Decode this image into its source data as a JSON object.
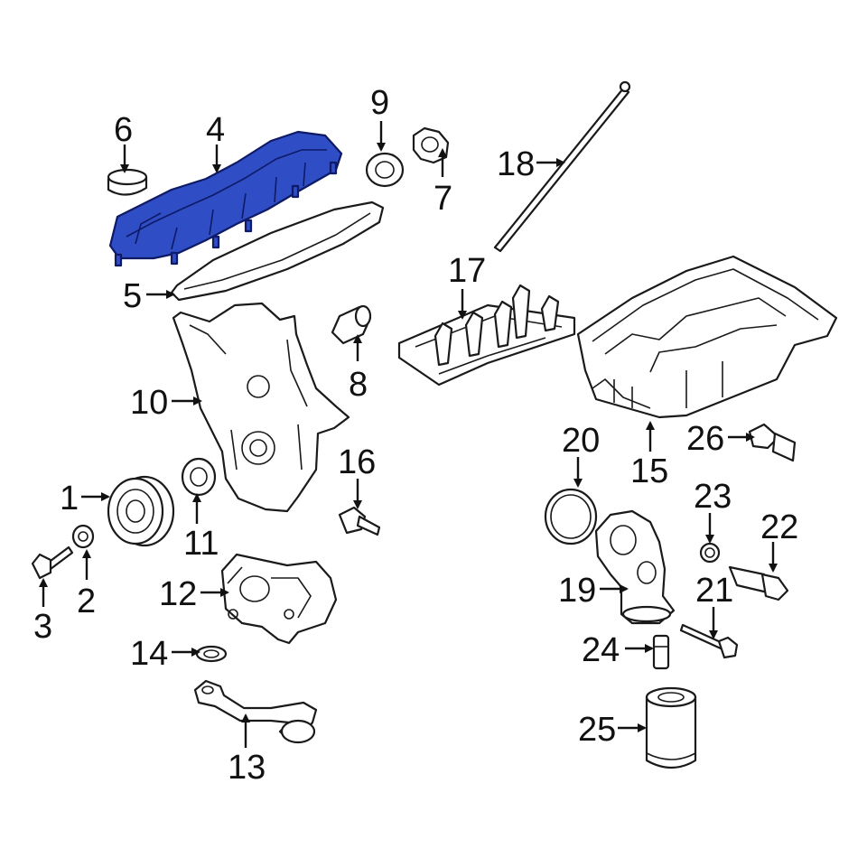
{
  "highlight_color": "#2f4dc4",
  "parts": [
    {
      "id": "1",
      "label": "1"
    },
    {
      "id": "2",
      "label": "2"
    },
    {
      "id": "3",
      "label": "3"
    },
    {
      "id": "4",
      "label": "4",
      "highlighted": true
    },
    {
      "id": "5",
      "label": "5"
    },
    {
      "id": "6",
      "label": "6"
    },
    {
      "id": "7",
      "label": "7"
    },
    {
      "id": "8",
      "label": "8"
    },
    {
      "id": "9",
      "label": "9"
    },
    {
      "id": "10",
      "label": "10"
    },
    {
      "id": "11",
      "label": "11"
    },
    {
      "id": "12",
      "label": "12"
    },
    {
      "id": "13",
      "label": "13"
    },
    {
      "id": "14",
      "label": "14"
    },
    {
      "id": "15",
      "label": "15"
    },
    {
      "id": "16",
      "label": "16"
    },
    {
      "id": "17",
      "label": "17"
    },
    {
      "id": "18",
      "label": "18"
    },
    {
      "id": "19",
      "label": "19"
    },
    {
      "id": "20",
      "label": "20"
    },
    {
      "id": "21",
      "label": "21"
    },
    {
      "id": "22",
      "label": "22"
    },
    {
      "id": "23",
      "label": "23"
    },
    {
      "id": "24",
      "label": "24"
    },
    {
      "id": "25",
      "label": "25"
    },
    {
      "id": "26",
      "label": "26"
    }
  ]
}
